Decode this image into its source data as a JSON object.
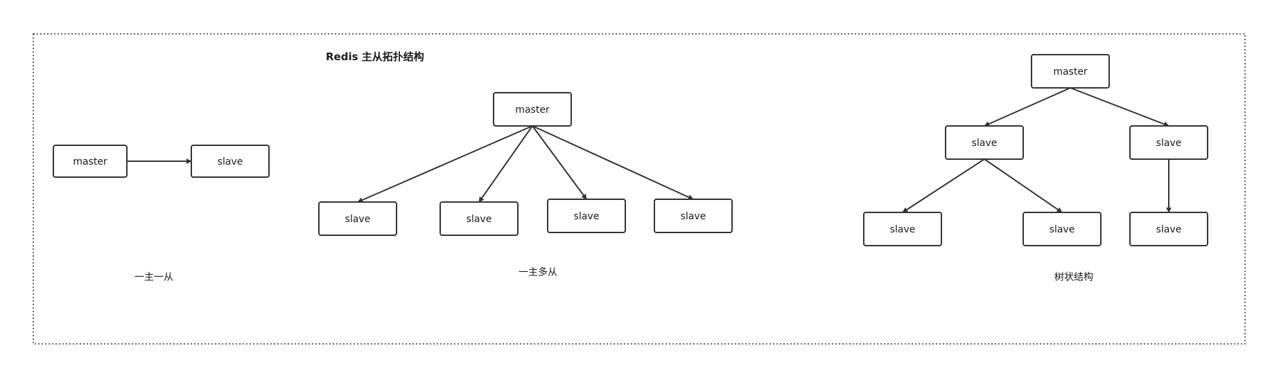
{
  "title": "Redis 主从拓扑结构",
  "colors": {
    "stroke": "#333333",
    "text": "#1a1a1a",
    "background": "#ffffff"
  },
  "groups": [
    {
      "caption": "一主一从",
      "nodes": [
        {
          "id": "a1",
          "label": "master"
        },
        {
          "id": "a2",
          "label": "slave"
        }
      ],
      "edges": [
        {
          "from": "a1",
          "to": "a2"
        }
      ]
    },
    {
      "caption": "一主多从",
      "nodes": [
        {
          "id": "b1",
          "label": "master"
        },
        {
          "id": "b2",
          "label": "slave"
        },
        {
          "id": "b3",
          "label": "slave"
        },
        {
          "id": "b4",
          "label": "slave"
        },
        {
          "id": "b5",
          "label": "slave"
        }
      ],
      "edges": [
        {
          "from": "b1",
          "to": "b2"
        },
        {
          "from": "b1",
          "to": "b3"
        },
        {
          "from": "b1",
          "to": "b4"
        },
        {
          "from": "b1",
          "to": "b5"
        }
      ]
    },
    {
      "caption": "树状结构",
      "nodes": [
        {
          "id": "c1",
          "label": "master"
        },
        {
          "id": "c2",
          "label": "slave"
        },
        {
          "id": "c3",
          "label": "slave"
        },
        {
          "id": "c4",
          "label": "slave"
        },
        {
          "id": "c5",
          "label": "slave"
        },
        {
          "id": "c6",
          "label": "slave"
        }
      ],
      "edges": [
        {
          "from": "c1",
          "to": "c2"
        },
        {
          "from": "c1",
          "to": "c3"
        },
        {
          "from": "c2",
          "to": "c4"
        },
        {
          "from": "c2",
          "to": "c5"
        },
        {
          "from": "c3",
          "to": "c6"
        }
      ]
    }
  ]
}
